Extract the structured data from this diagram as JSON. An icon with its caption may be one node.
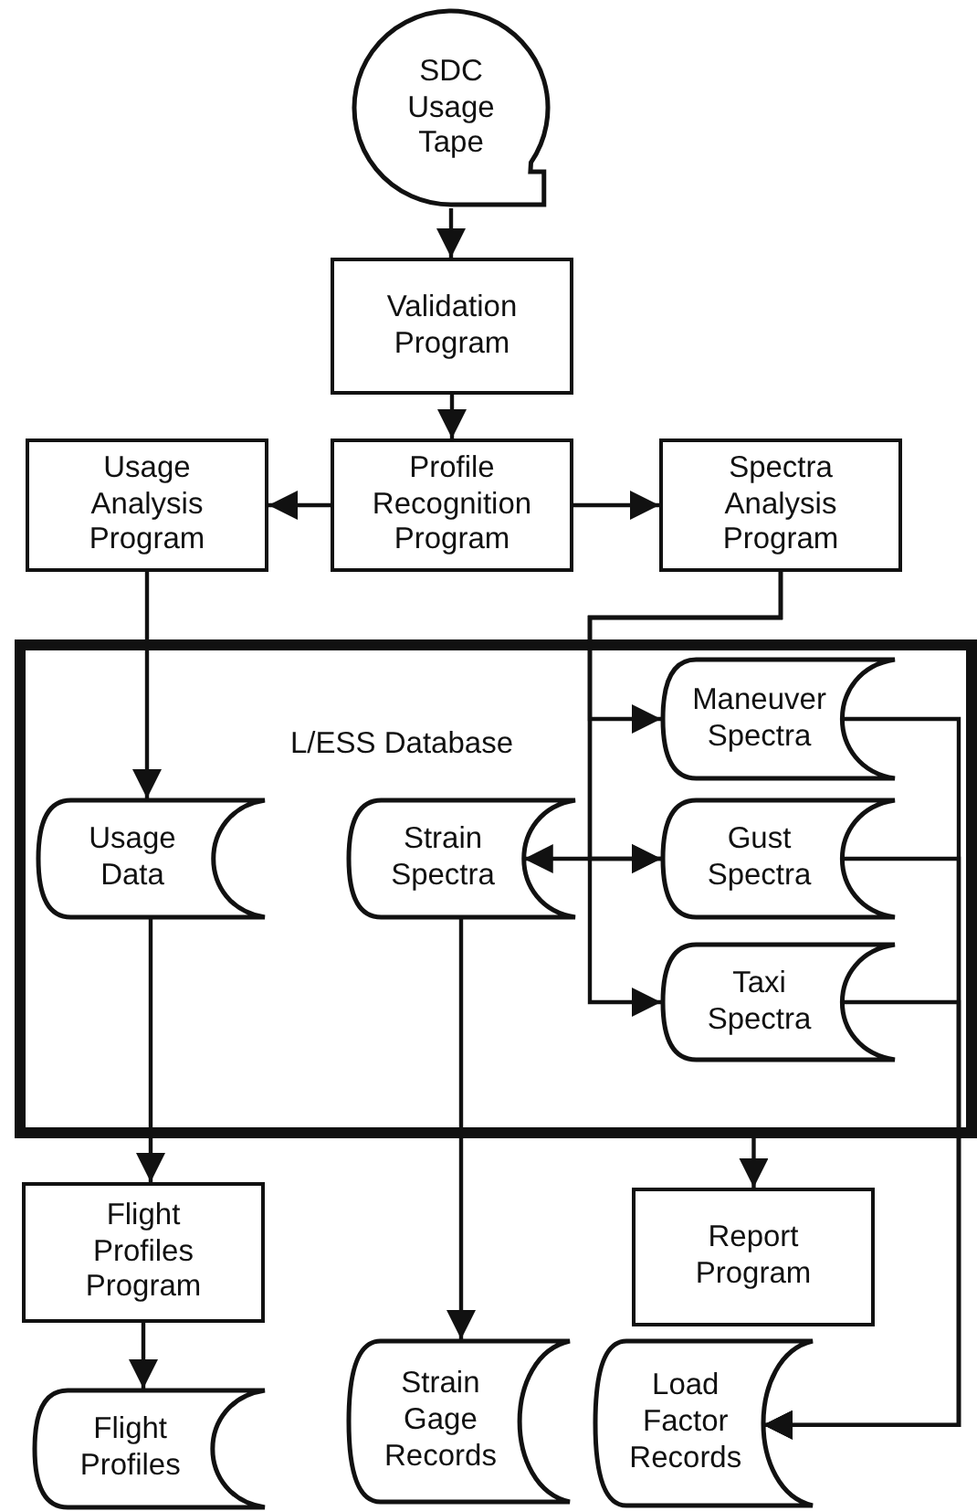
{
  "diagram": {
    "nodes": [
      {
        "text": [
          "SDC Usage Tape"
        ]
      },
      {
        "text": [
          "Validation Program"
        ]
      },
      {
        "text": [
          "Profile Recognition Program"
        ]
      },
      {
        "text": [
          "Usage Analysis Program"
        ]
      },
      {
        "text": [
          "Spectra Analysis Program"
        ]
      },
      {
        "text": [
          "L/ESS Database"
        ]
      },
      {
        "text": [
          "Maneuver Spectra"
        ],
        "in": 5
      },
      {
        "text": [
          "Usage Data"
        ],
        "in": 5
      },
      {
        "text": [
          "Strain Spectra"
        ],
        "in": 5
      },
      {
        "text": [
          "Gust Spectra"
        ],
        "in": 5
      },
      {
        "text": [
          "Taxi Spectra"
        ],
        "in": 5
      },
      {
        "text": [
          "Flight Profiles Program"
        ]
      },
      {
        "text": [
          "Report Program"
        ]
      },
      {
        "text": [
          "Flight Profiles"
        ]
      },
      {
        "text": [
          "Strain Gage Records"
        ]
      },
      {
        "text": [
          "Load Factor Records"
        ]
      }
    ],
    "edges": [
      {
        "from": 0,
        "to": 1,
        "arrow": "to"
      },
      {
        "from": 1,
        "to": 2,
        "arrow": "to"
      },
      {
        "from": 2,
        "to": 3,
        "arrow": "to"
      },
      {
        "from": 2,
        "to": 4,
        "arrow": "to"
      },
      {
        "from": 4,
        "to": 6,
        "arrow": "to"
      },
      {
        "from": 4,
        "to": 9,
        "arrow": "to"
      },
      {
        "from": 4,
        "to": 10,
        "arrow": "to"
      },
      {
        "from": 8,
        "to": 9,
        "arrow": "both"
      },
      {
        "from": 3,
        "to": 7,
        "arrow": "to"
      },
      {
        "from": 7,
        "to": 11,
        "arrow": "to"
      },
      {
        "from": 11,
        "to": 13,
        "arrow": "to"
      },
      {
        "from": 8,
        "to": 14,
        "arrow": "to"
      },
      {
        "from": 5,
        "to": 12,
        "arrow": "to"
      },
      {
        "from": 6,
        "to": 15,
        "arrow": "to"
      },
      {
        "from": 9,
        "to": 15,
        "arrow": "to"
      },
      {
        "from": 10,
        "to": 15,
        "arrow": "to"
      }
    ]
  }
}
